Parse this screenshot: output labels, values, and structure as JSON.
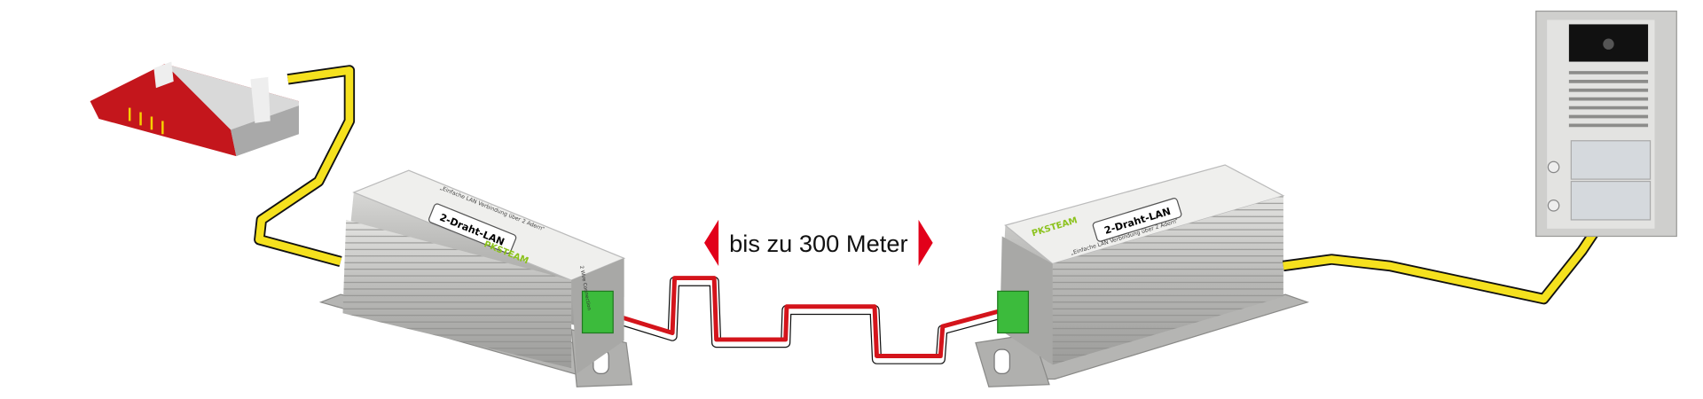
{
  "distance_label": "bis zu 300 Meter",
  "left_adapter": {
    "product_name": "2-Draht-LAN",
    "slogan": "„Einfache LAN Verbindung über 2 Adern“",
    "brand": "PKSTEAM",
    "connector_label": "2 Wire Connection"
  },
  "right_adapter": {
    "product_name": "2-Draht-LAN",
    "slogan": "„Einfache LAN Verbindung über 2 Adern“",
    "brand": "PKSTEAM"
  },
  "colors": {
    "lan_cable": "#f5e11e",
    "two_wire_red": "#d4141b",
    "arrow_red": "#e2001a",
    "router_red": "#c4161c",
    "housing": "#bfbfbd"
  }
}
